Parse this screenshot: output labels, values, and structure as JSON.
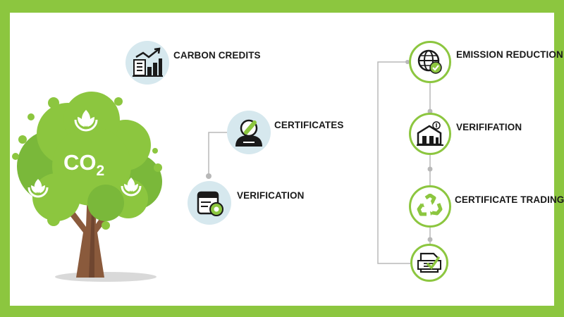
{
  "tree": {
    "label": "CO2",
    "label_main": "CO",
    "label_sub": "2"
  },
  "left_flow": {
    "items": [
      {
        "label": "CARBON CREDITS",
        "icon": "bar-chart-growth-icon"
      },
      {
        "label": "CERTIFICATES",
        "icon": "certificate-person-icon"
      },
      {
        "label": "VERIFICATION",
        "icon": "verification-badge-icon"
      }
    ]
  },
  "right_flow": {
    "items": [
      {
        "label": "EMISSION REDUCTION",
        "icon": "globe-check-icon"
      },
      {
        "label": "VERIFIFATION",
        "icon": "factory-icon"
      },
      {
        "label": "CERTIFICATE TRADING",
        "icon": "recycle-icon"
      },
      {
        "label": "",
        "icon": "document-check-icon"
      }
    ]
  },
  "colors": {
    "frame": "#8cc63f",
    "leaf_light": "#8cc63f",
    "leaf_mid": "#7ab83a",
    "trunk": "#8a5a3c",
    "connector": "#b8b8b8",
    "icon_circle": "#d6e8ee"
  }
}
